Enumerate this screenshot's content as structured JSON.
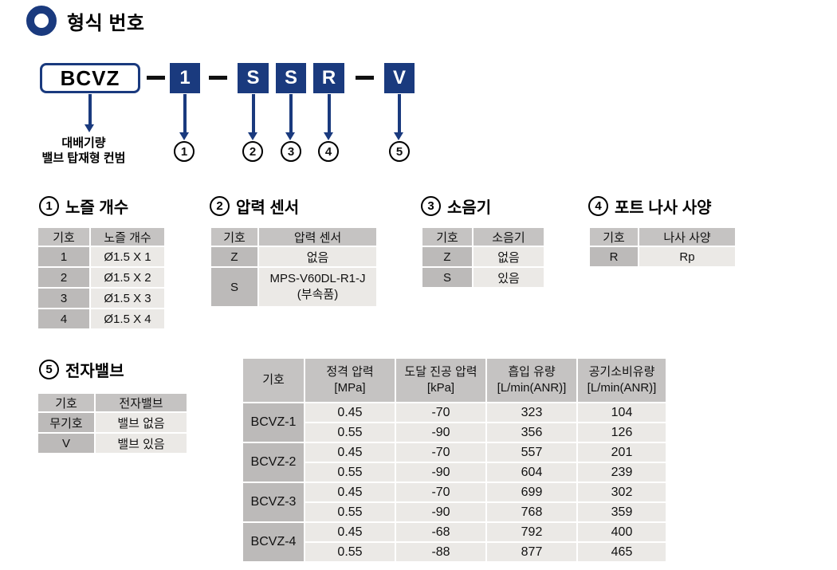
{
  "header": {
    "title": "형식 번호"
  },
  "model_code": {
    "prefix": "BCVZ",
    "separator": "-",
    "prefix_description": {
      "line1": "대배기량",
      "line2": "밸브 탑재형 컨범"
    },
    "segments": [
      {
        "code": "1",
        "callout": "1"
      },
      {
        "code": "S",
        "callout": "2"
      },
      {
        "code": "S",
        "callout": "3"
      },
      {
        "code": "R",
        "callout": "4"
      },
      {
        "code": "V",
        "callout": "5"
      }
    ]
  },
  "sections": [
    {
      "number": "1",
      "title": "노즐 개수",
      "table": {
        "headers": [
          "기호",
          "노즐 개수"
        ],
        "rows": [
          [
            "1",
            "Ø1.5 X 1"
          ],
          [
            "2",
            "Ø1.5 X 2"
          ],
          [
            "3",
            "Ø1.5 X 3"
          ],
          [
            "4",
            "Ø1.5 X 4"
          ]
        ]
      }
    },
    {
      "number": "2",
      "title": "압력 센서",
      "table": {
        "headers": [
          "기호",
          "압력 센서"
        ],
        "rows": [
          [
            "Z",
            "없음"
          ],
          [
            "S",
            "MPS-V60DL-R1-J\n(부속품)"
          ]
        ]
      }
    },
    {
      "number": "3",
      "title": "소음기",
      "table": {
        "headers": [
          "기호",
          "소음기"
        ],
        "rows": [
          [
            "Z",
            "없음"
          ],
          [
            "S",
            "있음"
          ]
        ]
      }
    },
    {
      "number": "4",
      "title": "포트 나사 사양",
      "table": {
        "headers": [
          "기호",
          "나사 사양"
        ],
        "rows": [
          [
            "R",
            "Rp"
          ]
        ]
      }
    },
    {
      "number": "5",
      "title": "전자밸브",
      "table": {
        "headers": [
          "기호",
          "전자밸브"
        ],
        "rows": [
          [
            "무기호",
            "밸브 없음"
          ],
          [
            "V",
            "밸브 있음"
          ]
        ]
      }
    }
  ],
  "spec_table": {
    "headers": [
      "기호",
      "정격 압력\n[MPa]",
      "도달 진공 압력\n[kPa]",
      "흡입 유량\n[L/min(ANR)]",
      "공기소비유량\n[L/min(ANR)]"
    ],
    "groups": [
      {
        "model": "BCVZ-1",
        "rows": [
          [
            "0.45",
            "-70",
            "323",
            "104"
          ],
          [
            "0.55",
            "-90",
            "356",
            "126"
          ]
        ]
      },
      {
        "model": "BCVZ-2",
        "rows": [
          [
            "0.45",
            "-70",
            "557",
            "201"
          ],
          [
            "0.55",
            "-90",
            "604",
            "239"
          ]
        ]
      },
      {
        "model": "BCVZ-3",
        "rows": [
          [
            "0.45",
            "-70",
            "699",
            "302"
          ],
          [
            "0.55",
            "-90",
            "768",
            "359"
          ]
        ]
      },
      {
        "model": "BCVZ-4",
        "rows": [
          [
            "0.45",
            "-68",
            "792",
            "400"
          ],
          [
            "0.55",
            "-88",
            "877",
            "465"
          ]
        ]
      }
    ]
  },
  "colors": {
    "brand_blue": "#1a3a7e",
    "table_header_bg": "#c5c3c2",
    "table_key_bg": "#bcbab9",
    "table_value_bg": "#ebe9e6"
  }
}
